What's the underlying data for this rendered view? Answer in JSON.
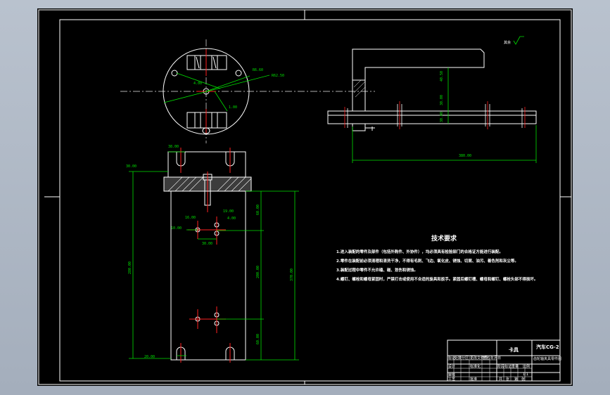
{
  "drawing": {
    "background": "#000000",
    "line_color": "#ffffff",
    "dimension_color": "#00e000",
    "centerline_color": "#ff2020",
    "surface_roughness": "其余",
    "dimensions": {
      "top_circle_a": "R6.60",
      "top_circle_b": "R62.50",
      "top_circle_c": "1.00",
      "top_circle_d": "4.00",
      "side_a": "40.50",
      "side_b": "30.00",
      "side_c": "30.00",
      "side_length": "380.00",
      "front_top_width": "38.00",
      "front_left_top": "30.00",
      "front_slot_w": "16.00",
      "front_slot_h": "10.00",
      "front_hole": "19.00",
      "front_hole_dia": "4.00",
      "front_hole_gap": "30.00",
      "front_right_a": "60.00",
      "front_right_b": "200.00",
      "front_total": "370.00",
      "front_left_height": "280.00",
      "front_bottom_a": "60.00",
      "front_bottom_left": "20.00"
    }
  },
  "tech_requirements": {
    "title": "技术要求",
    "lines": [
      "1.进入装配的零件及部件（包括外购件、外协件），均必须具有检验部门的合格证方能进行装配。",
      "2.零件在装配前必须清理和清洗干净，不得有毛刺、飞边、氧化皮、锈蚀、切屑、油污、着色剂和灰尘等。",
      "3.装配过程中零件不允许磕、碰、划伤和锈蚀。",
      "4.螺钉、螺栓和螺母紧固时，严禁打击或使用不合适的旋具和扳手。紧固后螺钉槽、螺母和螺钉、螺栓头部不得损坏。"
    ]
  },
  "title_block": {
    "part_no": "汽车CG-2",
    "name": "卡具",
    "drawing_name": "齿轮轴夹具零件图",
    "scale": "1:1",
    "row_labels": [
      "标记",
      "处数",
      "分区",
      "更改文件号",
      "签名",
      "年月日"
    ],
    "row2_labels": [
      "设计",
      "标准化"
    ],
    "row3_labels": [
      "审核",
      "工艺",
      "批准"
    ],
    "stage_labels": [
      "阶段标记",
      "重量",
      "比例"
    ],
    "sheet_labels": [
      "共",
      "张",
      "第",
      "张"
    ]
  }
}
